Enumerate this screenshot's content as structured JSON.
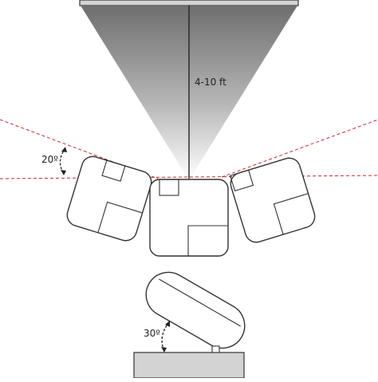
{
  "labels": {
    "distance": "4-10 ft",
    "tilt_angle": "20º",
    "base_angle": "30º"
  },
  "colors": {
    "line": "#333333",
    "guide_line": "#c62828",
    "cone_dark": "#6e6e6e",
    "cone_light": "#ffffff",
    "base_fill": "#d3d3d3"
  },
  "icons": {
    "angle_arrow": "curved-double-arrow"
  }
}
